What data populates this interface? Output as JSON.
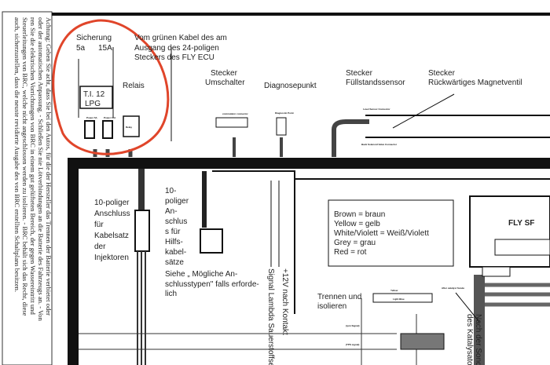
{
  "warning_text": [
    "Achtung: Geben Sie acht, dass Sie bei den Autos, für die der Hersteller das Trennen der Batterie verbietet oder",
    "oder der automatischen Anpassung. - Schließen Sie nie Lötverbindungen an die Batterie des Fahrzeugs an. - Von",
    "ren Sie die elektrischen Vorrichtungen von BRC in einem gut gelüfteten Bereich, der gegen Wassereintritt und",
    "Steuerleitungen von BRC, welche nicht angeschlossen werden zu isolieren. - BRC behält sich das Recht, diese",
    "auch, sicherzustellen, dass die neuste revidierte Ausgabe des von BRC erstellten Schaltplans besitzen."
  ],
  "labels": {
    "fuse": [
      "Sicherung",
      "5a",
      "15A"
    ],
    "green_cable": [
      "Vom grünen Kabel des am",
      "Ausgang des 24-poligen",
      "Steckers des FLY ECU"
    ],
    "relay": "Relais",
    "fuse_box": [
      "T.I. 12",
      "LPG"
    ],
    "switch_connector": [
      "Stecker",
      "Umschalter"
    ],
    "diagnostic": "Diagnosepunkt",
    "level_sensor": [
      "Stecker",
      "Füllstandssensor"
    ],
    "back_valve": [
      "Stecker",
      "Rückwärtiges Magnetventil"
    ],
    "injector_connector": [
      "10-poliger",
      "Anschluss",
      "für",
      "Kabelsatz",
      "der",
      "Injektoren"
    ],
    "aux_connector": [
      "10-",
      "poliger",
      "An-",
      "schlus",
      "s für",
      "Hilfs-",
      "kabel-",
      "sätze"
    ],
    "see_types": [
      "Siehe „ Mögliche An-",
      "schlusstypen\"  falls erforde-",
      "lich"
    ],
    "isolate": [
      "Trennen und",
      "isolieren"
    ],
    "after_cat": [
      "Nach der Sonde",
      "des Katalysators"
    ],
    "lambda": "Signal Lambda Sauerstoffsensor",
    "plus12": "+12V nach Kontakt",
    "ecu": "FLY SF"
  },
  "legend": [
    "Brown = braun",
    "Yellow = gelb",
    "White/Violett = Weiß/Violett",
    "Grey = grau",
    "Red = rot"
  ],
  "small_labels": {
    "switch": "commutator connector",
    "diag": "Diagnostic Point",
    "level": "Level Sensor Connector",
    "solenoid": "Back Solenoid Valve Connector",
    "yellow": "Yellow",
    "lightblue": "Light Blue",
    "after_catalyst": "After catalyst Sonde",
    "rpm": "(rpm Signal)",
    "tps": "(TPS signal)",
    "relay_box": "Relay",
    "fuse_a": "Power 5A",
    "fuse_b": "Power 15A"
  },
  "colors": {
    "highlight_circle": "#e0452a",
    "harness": "#111111",
    "connector_grey": "#777777"
  }
}
